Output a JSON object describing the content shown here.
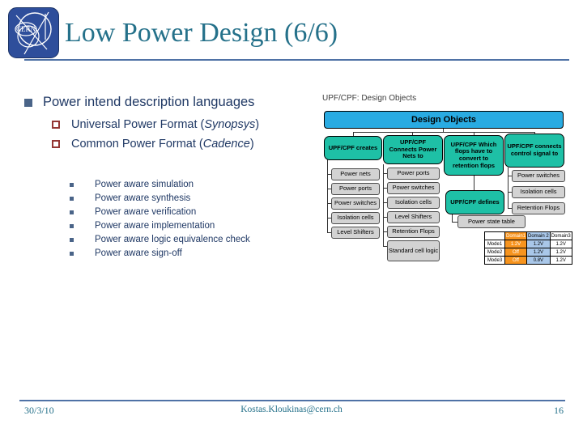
{
  "slide": {
    "title": "Low Power Design (6/6)",
    "logo_text": "CERN",
    "footer": {
      "date": "30/3/10",
      "email": "Kostas.Kloukinas@cern.ch",
      "page": "16"
    }
  },
  "bullets": {
    "level1": "Power intend description languages",
    "level2": [
      {
        "prefix": "Universal Power Format (",
        "emph": "Synopsys",
        "suffix": ")"
      },
      {
        "prefix": "Common Power Format (",
        "emph": "Cadence",
        "suffix": ")"
      }
    ],
    "level3": [
      "Power aware simulation",
      "Power aware synthesis",
      "Power aware verification",
      "Power aware implementation",
      "Power aware logic equivalence check",
      "Power aware sign-off"
    ]
  },
  "diagram": {
    "caption": "UPF/CPF: Design Objects",
    "root": "Design Objects",
    "parents": [
      {
        "label": "UPF/CPF creates"
      },
      {
        "label": "UPF/CPF Connects Power Nets to"
      },
      {
        "label": "UPF/CPF Which flops have to convert to retention flops"
      },
      {
        "label": "UPF/CPF connects control signal to"
      }
    ],
    "defines": "UPF/CPF defines",
    "state_table_label": "Power state table",
    "columns": [
      {
        "items": [
          "Power nets",
          "Power ports",
          "Power switches",
          "Isolation cells",
          "Level Shifters"
        ]
      },
      {
        "items": [
          "Power ports",
          "Power switches",
          "Isolation cells",
          "Level Shifters",
          "Retention Flops",
          "Standard cell logic"
        ]
      },
      {
        "items": [
          "Power switches",
          "Isolation cells",
          "Retention Flops"
        ]
      }
    ],
    "table": {
      "header": [
        "",
        "Domain1",
        "Domain 2",
        "Domain3"
      ],
      "rows": [
        {
          "label": "Mode1",
          "values": [
            "1.2V",
            "1.2V",
            "1.2V"
          ]
        },
        {
          "label": "Mode2",
          "values": [
            "Off",
            "1.2V",
            "1.2V"
          ]
        },
        {
          "label": "Mode3",
          "values": [
            "Off",
            "0.8V",
            "1.2V"
          ]
        }
      ]
    }
  },
  "colors": {
    "title_teal": "#25718a",
    "rule_blue": "#4f72a6",
    "body_navy": "#1f3864",
    "bullet_blue": "#4a6488",
    "bullet_maroon": "#943634",
    "node_teal": "#1ec0a6",
    "node_blue": "#29abe2",
    "node_gray": "#d3d3d3",
    "cell_orange": "#f7941e",
    "cell_blue": "#a9c7e9",
    "logo_blue": "#2e4e9b"
  }
}
